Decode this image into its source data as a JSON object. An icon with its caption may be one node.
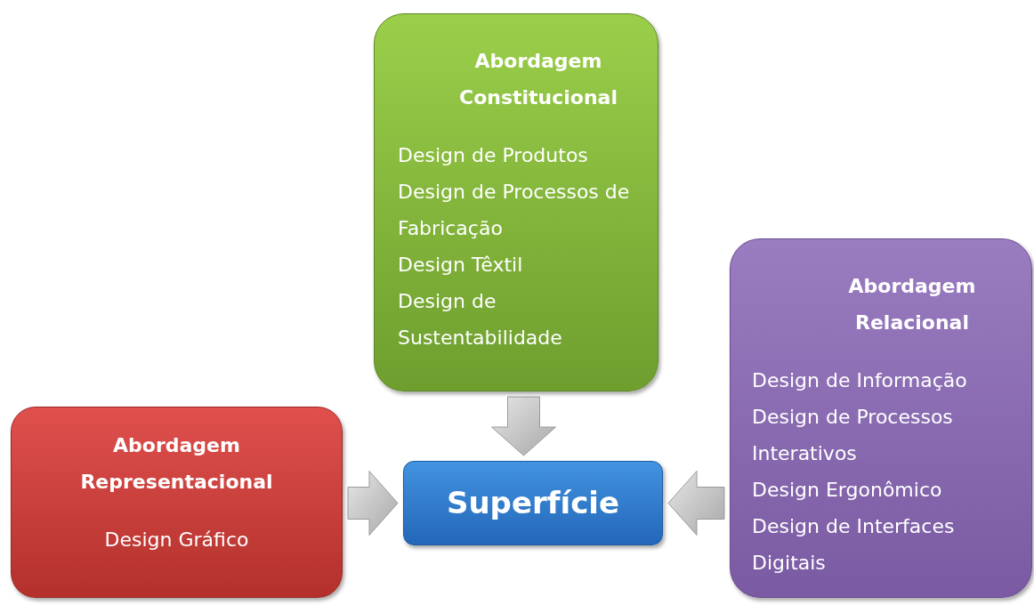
{
  "diagram": {
    "nodes": [
      {
        "text": [
          "Abordagem Constitucional",
          "Design de Produtos",
          "Design de Processos de Fabricação",
          "Design Têxtil",
          "Design de Sustentabilidade"
        ]
      },
      {
        "text": [
          "Abordagem Representacional",
          "Design Gráfico"
        ]
      },
      {
        "text": [
          "Superfície"
        ]
      },
      {
        "text": [
          "Abordagem Relacional",
          "Design de Informação",
          "Design de Processos Interativos",
          "Design Ergonômico",
          "Design de Interfaces Digitais"
        ]
      }
    ],
    "edges": [
      {
        "from": 0,
        "to": 2,
        "arrow": "to"
      },
      {
        "from": 1,
        "to": 2,
        "arrow": "to"
      },
      {
        "from": 3,
        "to": 2,
        "arrow": "to"
      }
    ]
  }
}
